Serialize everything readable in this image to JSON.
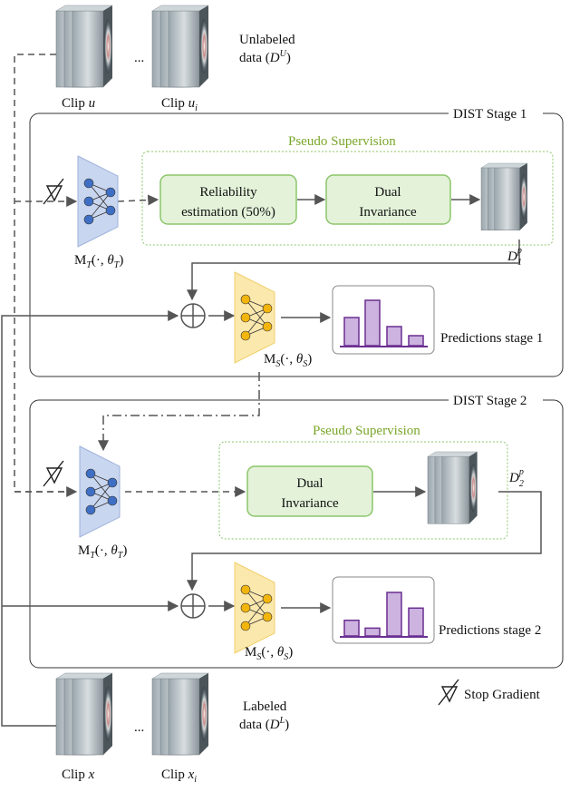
{
  "unlabeled": {
    "clip_a": "Clip u",
    "clip_b": "Clip u_i",
    "label_line1": "Unlabeled",
    "label_line2": "data (D^U)",
    "dots": "..."
  },
  "labeled": {
    "clip_a": "Clip x",
    "clip_b": "Clip x_i",
    "label_line1": "Labeled",
    "label_line2": "data (D^L)",
    "dots": "..."
  },
  "stage1": {
    "title": "DIST Stage 1",
    "pseudo_supervision": "Pseudo Supervision",
    "reliability_line1": "Reliability",
    "reliability_line2": "estimation (50%)",
    "dual_line1": "Dual",
    "dual_line2": "Invariance",
    "teacher": "M_T(·, θ_T)",
    "student": "M_S(·, θ_S)",
    "pseudo_label": "D_1^p",
    "predictions": "Predictions stage 1",
    "bars": [
      0.62,
      1.0,
      0.42,
      0.22
    ]
  },
  "stage2": {
    "title": "DIST Stage 2",
    "pseudo_supervision": "Pseudo Supervision",
    "dual_line1": "Dual",
    "dual_line2": "Invariance",
    "teacher": "M_T(·, θ_T)",
    "student": "M_S(·, θ_S)",
    "pseudo_label": "D_2^p",
    "predictions": "Predictions stage 2",
    "bars": [
      0.36,
      0.18,
      1.0,
      0.64
    ]
  },
  "legend": {
    "stop_gradient": "Stop Gradient"
  },
  "colors": {
    "teacher_fill": "#c9d6ef",
    "teacher_node": "#3f6fc4",
    "student_fill": "#fbe8ad",
    "student_node": "#f2b50c",
    "box_fill": "#e3f2d9",
    "box_stroke": "#8cc56a",
    "bar_fill": "#cdb3e0",
    "bar_stroke": "#6a2f91",
    "ps_border": "#8cc56a",
    "line": "#555555"
  }
}
